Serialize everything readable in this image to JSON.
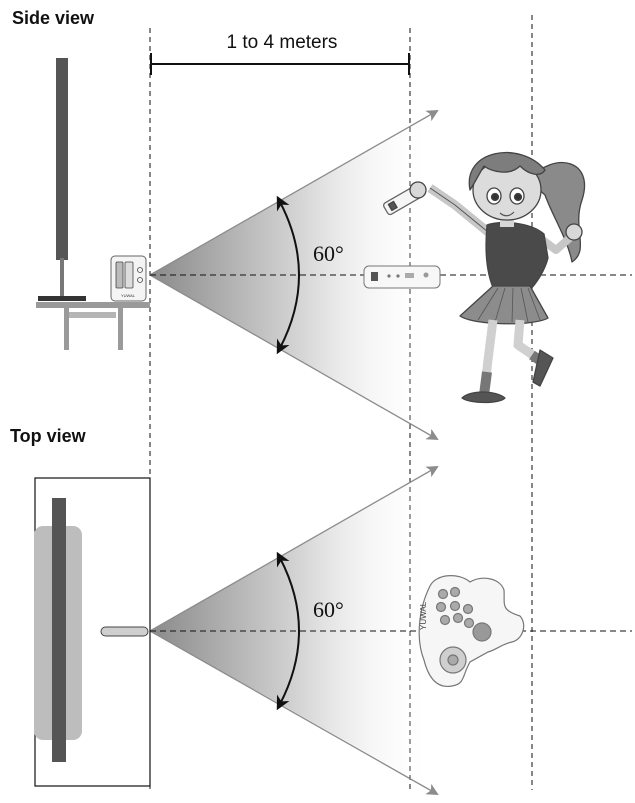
{
  "side_view": {
    "title": "Side view",
    "distance_label": "1 to 4 meters",
    "angle_label": "60°"
  },
  "top_view": {
    "title": "Top view",
    "angle_label": "60°"
  },
  "sensor_brand": "YUWAL",
  "gamepad_brand": "YUWAL",
  "colors": {
    "line": "#111111",
    "beam_gradient_start": "#8a8a8a",
    "beam_gradient_end": "#ffffff",
    "tv_dark": "#555555",
    "tv_light": "#bdbdbd",
    "table": "#9a9a9a",
    "arrow_gray": "#8c8c8c"
  }
}
